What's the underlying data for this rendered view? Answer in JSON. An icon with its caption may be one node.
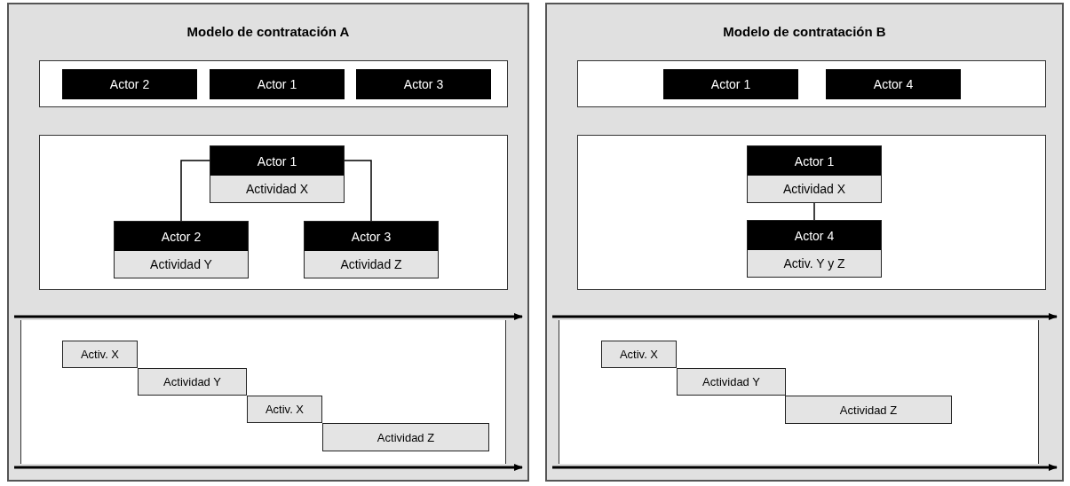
{
  "diagram": {
    "nodes": [
      {
        "text": [
          "Modelo de contratación A"
        ]
      },
      {
        "text": [],
        "shape": "box",
        "in": 0
      },
      {
        "text": [
          "Actor 2"
        ],
        "in": 1
      },
      {
        "text": [
          "Actor 1"
        ],
        "in": 1
      },
      {
        "text": [
          "Actor 3"
        ],
        "in": 1
      },
      {
        "text": [],
        "shape": "box",
        "in": 0
      },
      {
        "text": [
          "Actor 1",
          "Actividad X"
        ],
        "in": 5
      },
      {
        "text": [
          "Actor 2",
          "Actividad Y"
        ],
        "in": 5
      },
      {
        "text": [
          "Actor 3",
          "Actividad Z"
        ],
        "in": 5
      },
      {
        "text": [],
        "shape": "box",
        "in": 0
      },
      {
        "text": [
          "Activ. X"
        ],
        "in": 9
      },
      {
        "text": [
          "Actividad Y"
        ],
        "in": 9
      },
      {
        "text": [
          "Activ. X"
        ],
        "in": 9
      },
      {
        "text": [
          "Actividad Z"
        ],
        "in": 9
      },
      {
        "text": [
          "Modelo de contratación B"
        ]
      },
      {
        "text": [],
        "shape": "box",
        "in": 14
      },
      {
        "text": [
          "Actor 1"
        ],
        "in": 15
      },
      {
        "text": [
          "Actor 4"
        ],
        "in": 15
      },
      {
        "text": [],
        "shape": "box",
        "in": 14
      },
      {
        "text": [
          "Actor 1",
          "Actividad X"
        ],
        "in": 18
      },
      {
        "text": [
          "Actor 4",
          "Activ. Y y Z"
        ],
        "in": 18
      },
      {
        "text": [],
        "shape": "box",
        "in": 14
      },
      {
        "text": [
          "Activ. X"
        ],
        "in": 21
      },
      {
        "text": [
          "Actividad Y"
        ],
        "in": 21
      },
      {
        "text": [
          "Actividad Z"
        ],
        "in": 21
      }
    ],
    "edges": [
      {
        "from": 6,
        "to": 7,
        "arrow": "none"
      },
      {
        "from": 6,
        "to": 8,
        "arrow": "none"
      },
      {
        "from": 19,
        "to": 20,
        "arrow": "none"
      }
    ]
  }
}
